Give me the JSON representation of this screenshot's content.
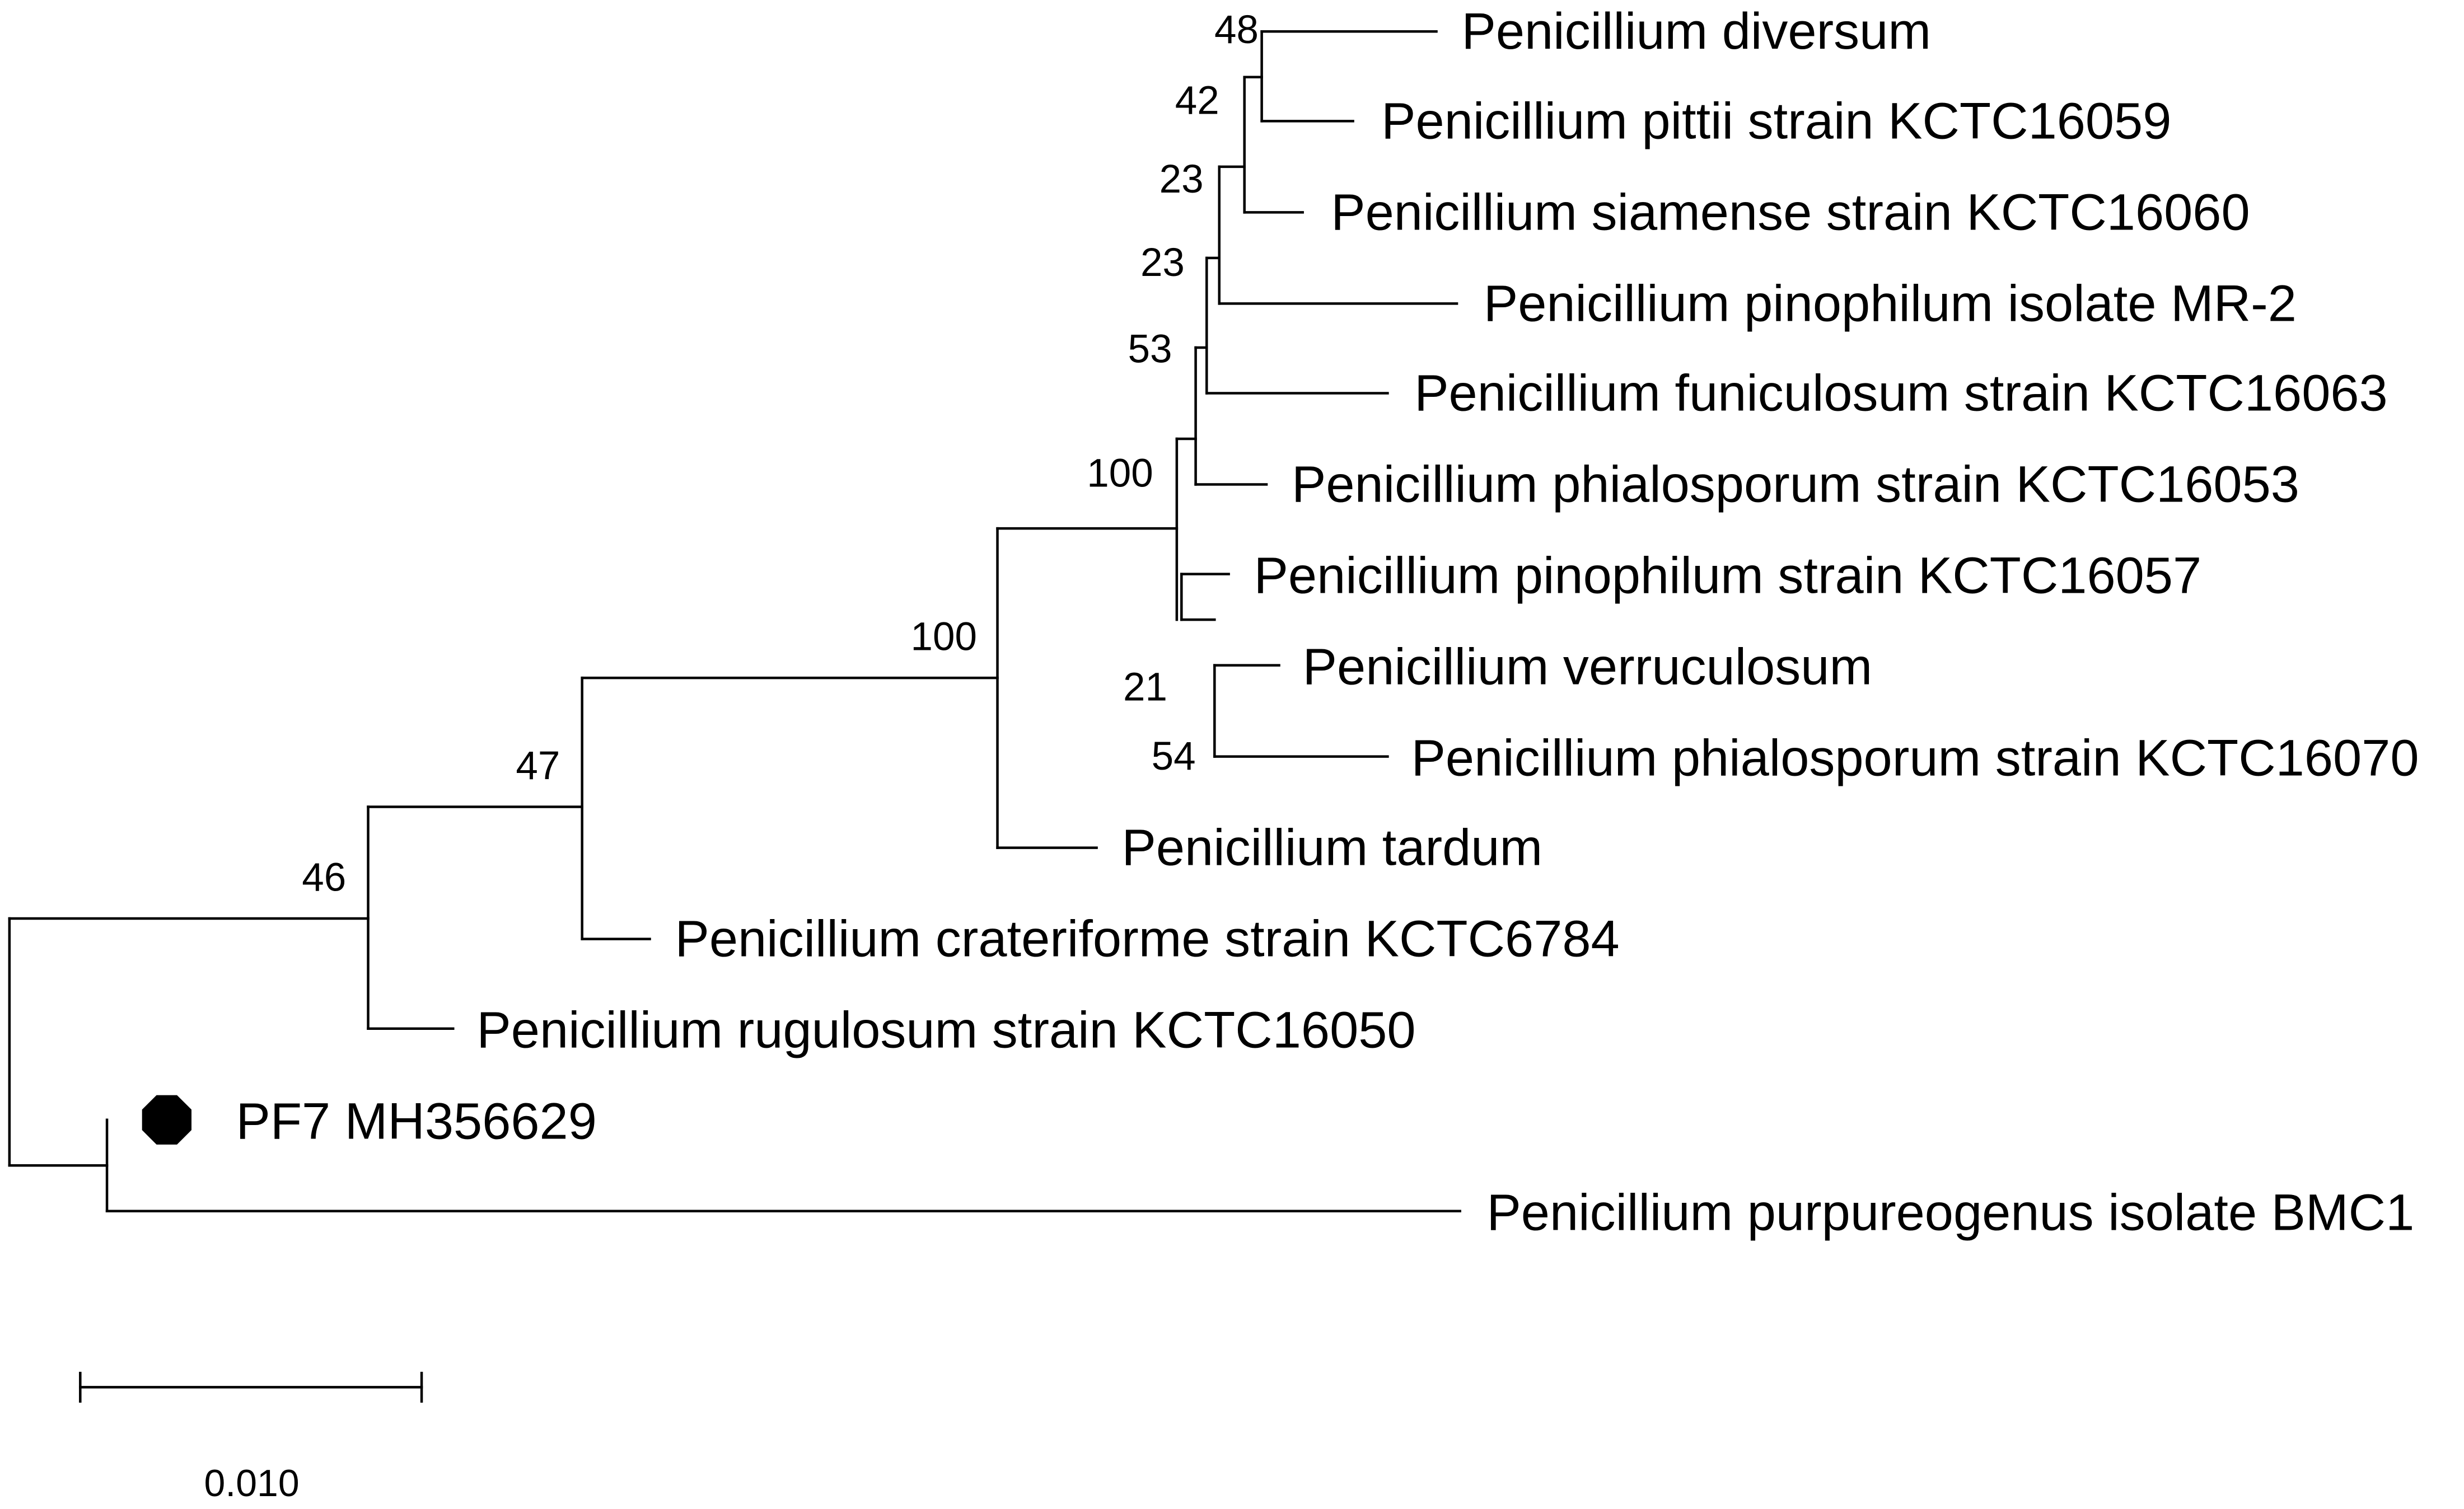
{
  "tree": {
    "leaves": [
      {
        "id": "diversum",
        "label": "Penicillium diversum"
      },
      {
        "id": "pittii",
        "label": "Penicillium pittii strain KCTC16059"
      },
      {
        "id": "siamense",
        "label": "Penicillium siamense strain KCTC16060"
      },
      {
        "id": "pinophilum_mr2",
        "label": "Penicillium pinophilum isolate MR-2"
      },
      {
        "id": "funiculosum",
        "label": "Penicillium funiculosum strain KCTC16063"
      },
      {
        "id": "phialosporum_53",
        "label": "Penicillium phialosporum strain KCTC16053"
      },
      {
        "id": "pinophilum_57",
        "label": "Penicillium pinophilum strain KCTC16057"
      },
      {
        "id": "verruculosum",
        "label": "Penicillium verruculosum"
      },
      {
        "id": "phialosporum_70",
        "label": "Penicillium phialosporum strain KCTC16070"
      },
      {
        "id": "tardum",
        "label": "Penicillium tardum"
      },
      {
        "id": "crateriforme",
        "label": "Penicillium crateriforme strain KCTC6784"
      },
      {
        "id": "rugulosum",
        "label": "Penicillium rugulosum strain KCTC16050"
      },
      {
        "id": "pf7",
        "label": "PF7 MH356629",
        "marker": "filled-octagon"
      },
      {
        "id": "purpureogenus",
        "label": "Penicillium purpureogenus isolate BMC1"
      }
    ],
    "support_values": [
      {
        "node": "n48",
        "value": "48"
      },
      {
        "node": "n42",
        "value": "42"
      },
      {
        "node": "n23a",
        "value": "23"
      },
      {
        "node": "n23b",
        "value": "23"
      },
      {
        "node": "n53",
        "value": "53"
      },
      {
        "node": "n100a",
        "value": "100"
      },
      {
        "node": "n100b",
        "value": "100"
      },
      {
        "node": "n21",
        "value": "21"
      },
      {
        "node": "n54",
        "value": "54"
      },
      {
        "node": "n47",
        "value": "47"
      },
      {
        "node": "n46",
        "value": "46"
      }
    ],
    "scale_bar": {
      "label": "0.010"
    },
    "line_color": "#000000",
    "marker_color": "#000000"
  }
}
